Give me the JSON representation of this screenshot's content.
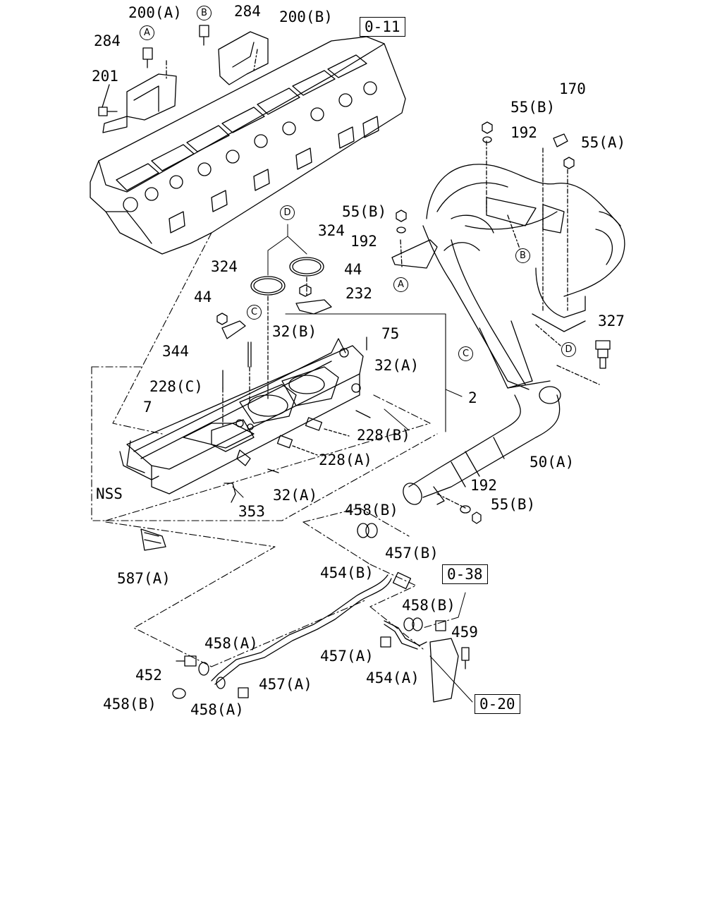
{
  "refs": {
    "r_0_11": "0-11",
    "r_0_38": "0-38",
    "r_0_20": "0-20"
  },
  "markers": {
    "A": "A",
    "B": "B",
    "C": "C",
    "D": "D"
  },
  "parts": {
    "p200a": "200(A)",
    "p200b": "200(B)",
    "p284a": "284",
    "p284b": "284",
    "p201": "201",
    "p170": "170",
    "p55b_1": "55(B)",
    "p192_1": "192",
    "p55a": "55(A)",
    "p55b_2": "55(B)",
    "p192_2": "192",
    "p324_1": "324",
    "p324_2": "324",
    "p44_1": "44",
    "p44_2": "44",
    "p232": "232",
    "p327": "327",
    "p344": "344",
    "p32b": "32(B)",
    "p75": "75",
    "p32a_1": "32(A)",
    "p228c": "228(C)",
    "p7": "7",
    "p2": "2",
    "p228b": "228(B)",
    "p228a": "228(A)",
    "p50a": "50(A)",
    "pnss": "NSS",
    "p32a_2": "32(A)",
    "p353": "353",
    "p192_3": "192",
    "p55b_3": "55(B)",
    "p458b_1": "458(B)",
    "p587a": "587(A)",
    "p457b": "457(B)",
    "p454b": "454(B)",
    "p458b_2": "458(B)",
    "p459": "459",
    "p458a_1": "458(A)",
    "p457a_1": "457(A)",
    "p454a": "454(A)",
    "p452": "452",
    "p457a_2": "457(A)",
    "p458b_3": "458(B)",
    "p458a_2": "458(A)"
  }
}
